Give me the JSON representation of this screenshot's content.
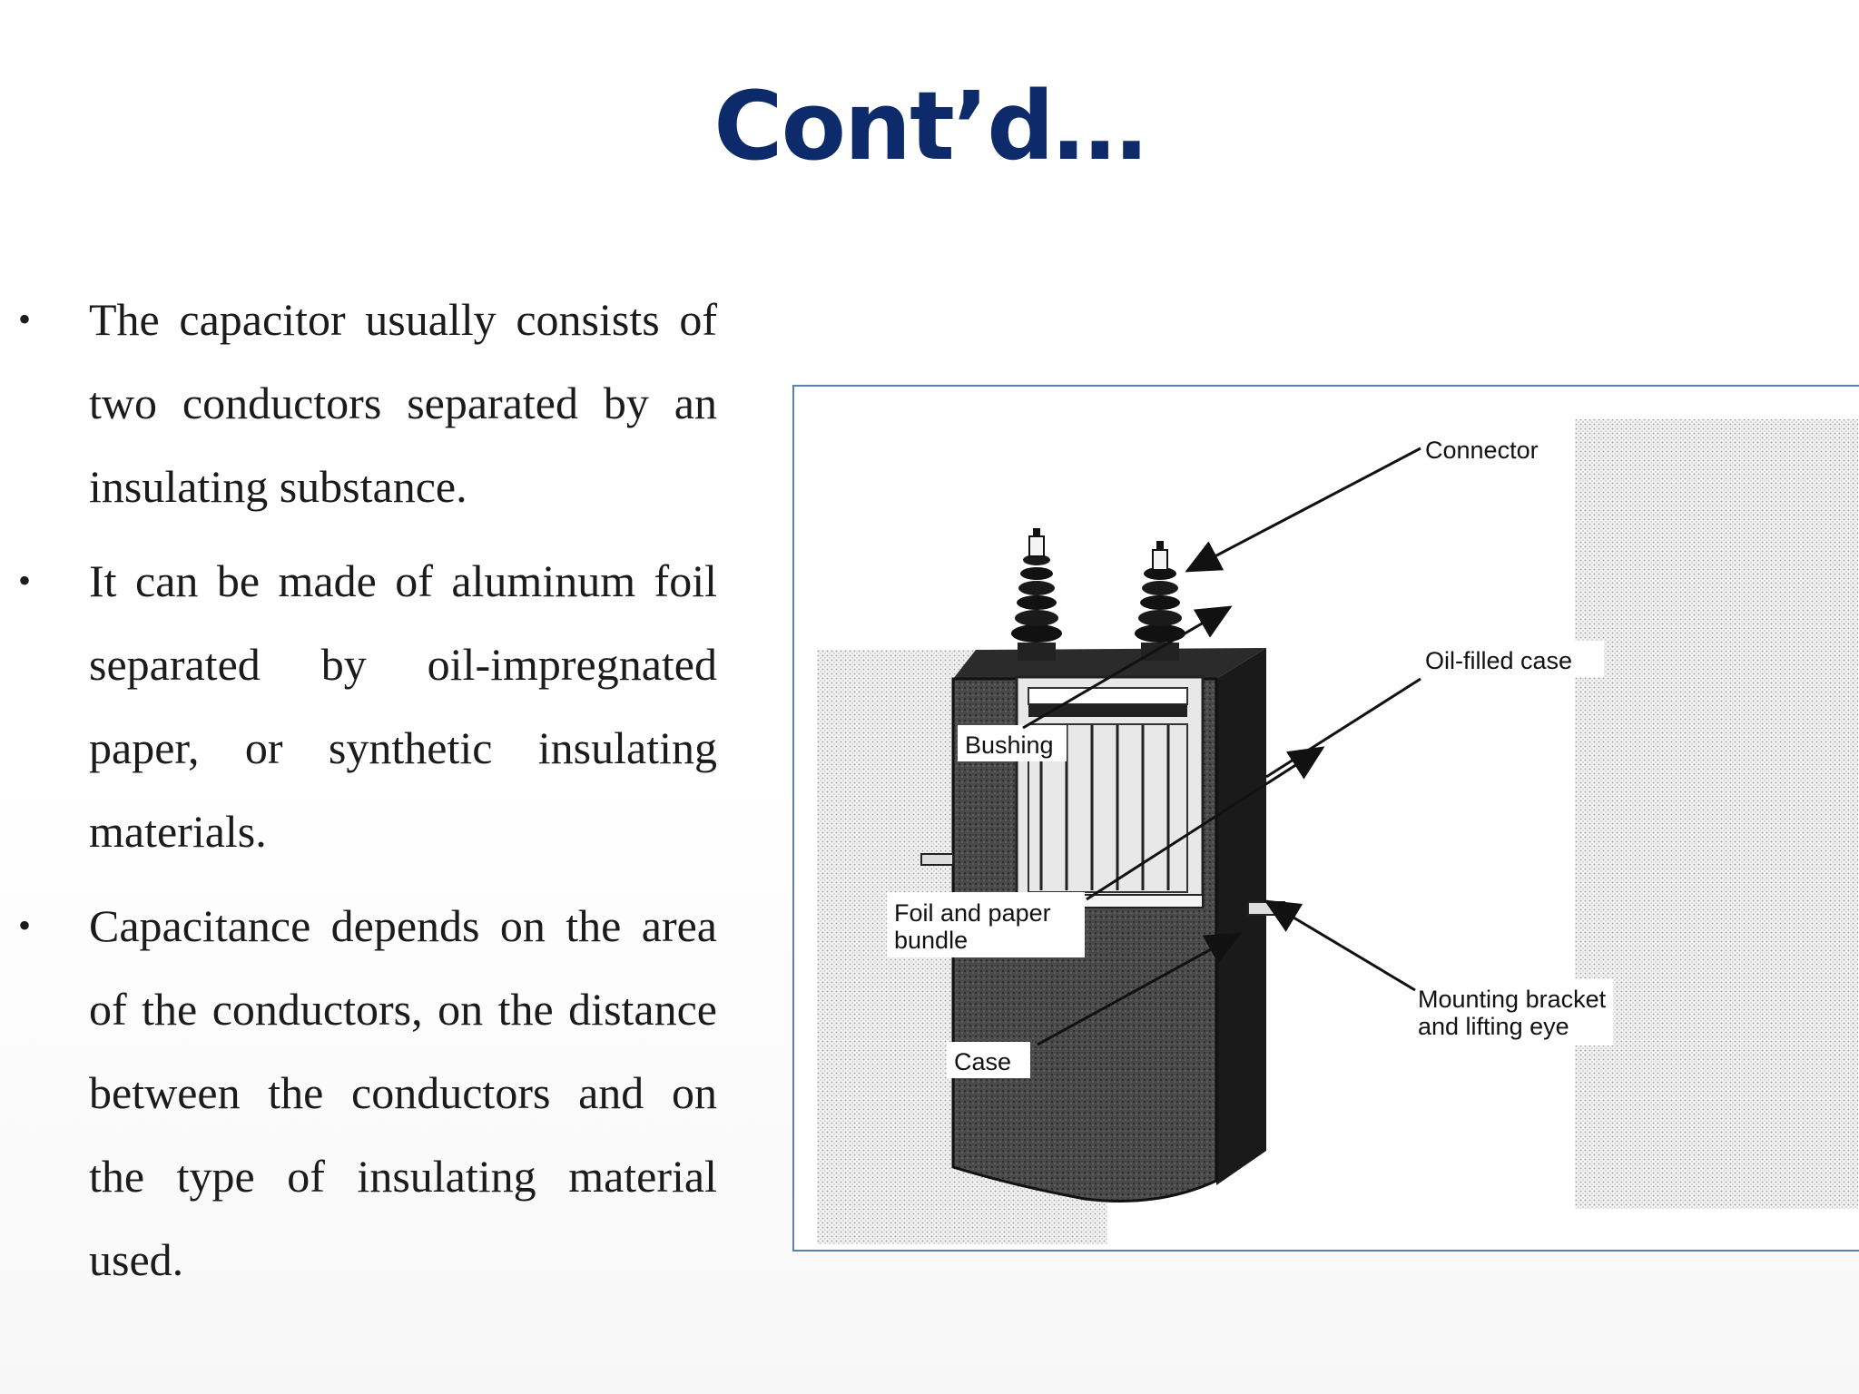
{
  "slide": {
    "title": "Cont’d…"
  },
  "bullets": [
    {
      "text": "The capacitor usually consists of two conductors separated by an insulating substance."
    },
    {
      "text": "It can be made of aluminum foil separated by oil-impregnated paper, or synthetic insulating materials."
    },
    {
      "text": "Capacitance depends on the area of the conductors, on the distance between the conductors and on the type of insulating material used."
    }
  ],
  "bullet_symbol": "•",
  "figure": {
    "labels": {
      "connector": "Connector",
      "bushing": "Bushing",
      "oil_filled_case": "Oil-filled case",
      "foil_line1": "Foil and paper",
      "foil_line2": "bundle",
      "case": "Case",
      "mounting_line1": "Mounting bracket",
      "mounting_line2": "and lifting eye"
    }
  },
  "colors": {
    "title": "#0d2a6b",
    "frame_border": "#5a81b4"
  }
}
